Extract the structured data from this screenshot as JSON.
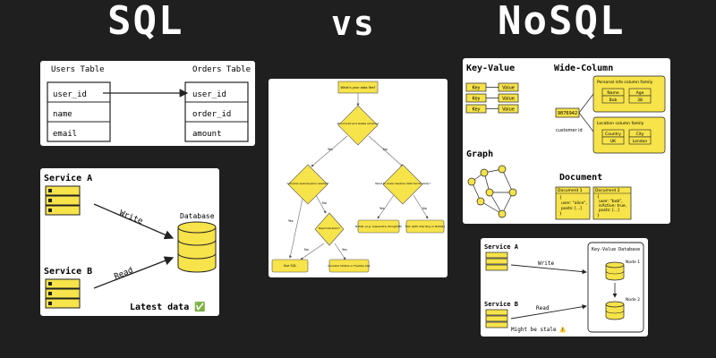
{
  "titles": {
    "left": "SQL",
    "middle": "vs",
    "right": "NoSQL"
  },
  "sql_tables": {
    "users_table_title": "Users Table",
    "orders_table_title": "Orders Table",
    "users_fields": [
      "user_id",
      "name",
      "email"
    ],
    "orders_fields": [
      "user_id",
      "order_id",
      "amount"
    ]
  },
  "sql_replication": {
    "service_a": "Service A",
    "service_b": "Service B",
    "write_label": "Write",
    "read_label": "Read",
    "database_label": "Database",
    "status": "Latest data ✅"
  },
  "flowchart": {
    "start": "What's your data like?",
    "q1": "Structured and stable schema?",
    "q2": "Complex queries/joins needed?",
    "q3": "Need to scale massive data horizontally?",
    "q4": "Rapid iteration?",
    "yes": "Yes",
    "no": "No",
    "out_sql": "Use SQL",
    "out_flex": "Consider NoSQL or Flexible SQL",
    "out_nosql_a": "NoSQL (e.g. Cassandra, MongoDB)",
    "out_nosql_b": "SQL (with sharding or NoSQL)"
  },
  "nosql_types": {
    "kv_title": "Key-Value",
    "key": "Key",
    "value": "Value",
    "wc_title": "Wide-Column",
    "customer_value": "9876942",
    "customer_label": "customer id",
    "personal_family": "Personal info column family",
    "name_h": "Name",
    "name_v": "Bob",
    "age_h": "Age",
    "age_v": "38",
    "location_family": "Location column family",
    "country_h": "Country",
    "country_v": "UK",
    "city_h": "City",
    "city_v": "London",
    "graph_title": "Graph",
    "doc_title": "Document",
    "doc1_title": "Document 1",
    "doc1_body_1": "{",
    "doc1_body_2": "user: \"alice\",",
    "doc1_body_3": "posts: [...]",
    "doc1_body_4": "}",
    "doc2_title": "Document 2",
    "doc2_body_1": "{",
    "doc2_body_2": "user: \"bob\",",
    "doc2_body_3": "isActive: true,",
    "doc2_body_4": "posts: [...]",
    "doc2_body_5": "}"
  },
  "nosql_replication": {
    "service_a": "Service A",
    "service_b": "Service B",
    "write_label": "Write",
    "read_label": "Read",
    "database_title": "Key-Value Database",
    "node1": "Node 1",
    "node2": "Node 2",
    "status": "Might be stale ⚠️"
  },
  "colors": {
    "background": "#1f1f1f",
    "yellow": "#f7e34a",
    "stroke": "#222222"
  }
}
